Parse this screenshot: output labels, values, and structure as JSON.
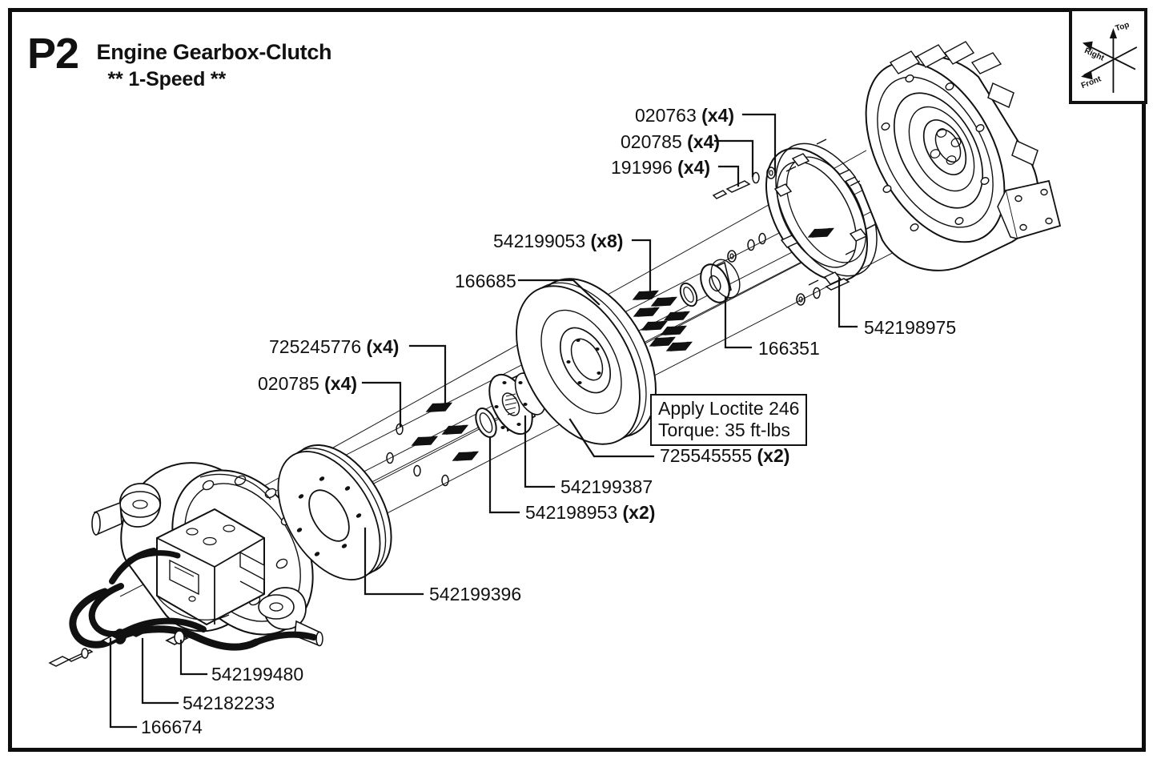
{
  "sheet": {
    "code": "P2",
    "title": "Engine Gearbox-Clutch",
    "subtitle": "** 1-Speed **",
    "frame_color": "#0d0d0d",
    "background": "#ffffff",
    "line_color": "#111111"
  },
  "orientation": {
    "top_label": "Top",
    "right_label": "Right",
    "front_label": "Front"
  },
  "note": {
    "line1": "Apply Loctite 246",
    "line2": "Torque: 35 ft-lbs"
  },
  "callouts": [
    {
      "id": "c-020763",
      "part": "020763",
      "qty": "(x4)"
    },
    {
      "id": "c-020785-a",
      "part": "020785",
      "qty": "(x4)"
    },
    {
      "id": "c-191996",
      "part": "191996",
      "qty": "(x4)"
    },
    {
      "id": "c-542199053",
      "part": "542199053",
      "qty": "(x8)"
    },
    {
      "id": "c-166685",
      "part": "166685",
      "qty": ""
    },
    {
      "id": "c-542198975",
      "part": "542198975",
      "qty": ""
    },
    {
      "id": "c-166351",
      "part": "166351",
      "qty": ""
    },
    {
      "id": "c-725245776",
      "part": "725245776",
      "qty": "(x4)"
    },
    {
      "id": "c-020785-b",
      "part": "020785",
      "qty": "(x4)"
    },
    {
      "id": "c-725545555",
      "part": "725545555",
      "qty": "(x2)"
    },
    {
      "id": "c-542199387",
      "part": "542199387",
      "qty": ""
    },
    {
      "id": "c-542198953",
      "part": "542198953",
      "qty": "(x2)"
    },
    {
      "id": "c-542199396",
      "part": "542199396",
      "qty": ""
    },
    {
      "id": "c-542199480",
      "part": "542199480",
      "qty": ""
    },
    {
      "id": "c-542182233",
      "part": "542182233",
      "qty": ""
    },
    {
      "id": "c-166674",
      "part": "166674",
      "qty": ""
    }
  ]
}
